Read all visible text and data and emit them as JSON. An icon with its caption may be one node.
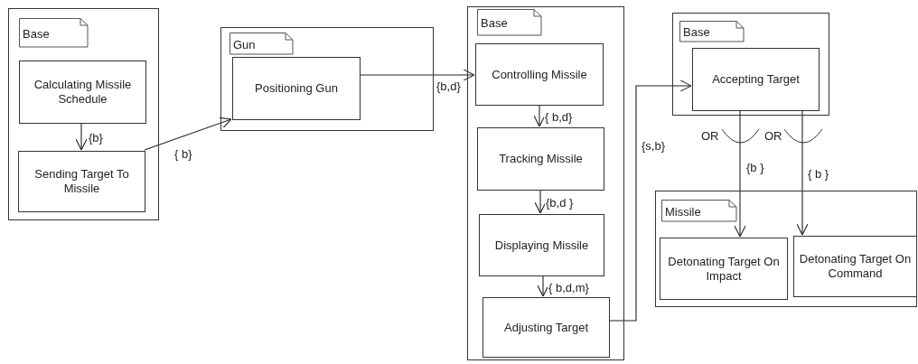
{
  "diagram": {
    "nodes": [
      {
        "text": [
          "Base"
        ]
      },
      {
        "text": [
          "Calculating Missile Schedule"
        ],
        "in": 0
      },
      {
        "text": [
          "Sending Target To Missile"
        ],
        "in": 0
      },
      {
        "text": [
          "Gun"
        ]
      },
      {
        "text": [
          "Positioning Gun"
        ],
        "in": 3
      },
      {
        "text": [
          "Base"
        ]
      },
      {
        "text": [
          "Controlling Missile"
        ],
        "in": 5
      },
      {
        "text": [
          "Tracking Missile"
        ],
        "in": 5
      },
      {
        "text": [
          "Displaying Missile"
        ],
        "in": 5
      },
      {
        "text": [
          "Adjusting Target"
        ],
        "in": 5
      },
      {
        "text": [
          "Base"
        ]
      },
      {
        "text": [
          "Accepting Target"
        ],
        "in": 10
      },
      {
        "text": [
          "Missile"
        ]
      },
      {
        "text": [
          "Detonating Target On Impact"
        ],
        "in": 12
      },
      {
        "text": [
          "Detonating Target On Command"
        ],
        "in": 12
      }
    ],
    "edges": [
      {
        "from": 1,
        "to": 2,
        "arrow": "to",
        "label": "{b}"
      },
      {
        "from": 2,
        "to": 4,
        "arrow": "to",
        "label": "{ b}"
      },
      {
        "from": 4,
        "to": 6,
        "arrow": "to",
        "label": "{b,d}"
      },
      {
        "from": 6,
        "to": 7,
        "arrow": "to",
        "label": "{ b,d}"
      },
      {
        "from": 7,
        "to": 8,
        "arrow": "to",
        "label": "{b,d }"
      },
      {
        "from": 8,
        "to": 9,
        "arrow": "to",
        "label": "{ b,d,m}"
      },
      {
        "from": 9,
        "to": 11,
        "arrow": "to",
        "label": "{s,b}"
      },
      {
        "from": 11,
        "to": 13,
        "arrow": "to",
        "label": "{b }"
      },
      {
        "from": 11,
        "to": 14,
        "arrow": "to",
        "label": "{ b }"
      }
    ],
    "labels": [
      "OR",
      "OR"
    ]
  }
}
